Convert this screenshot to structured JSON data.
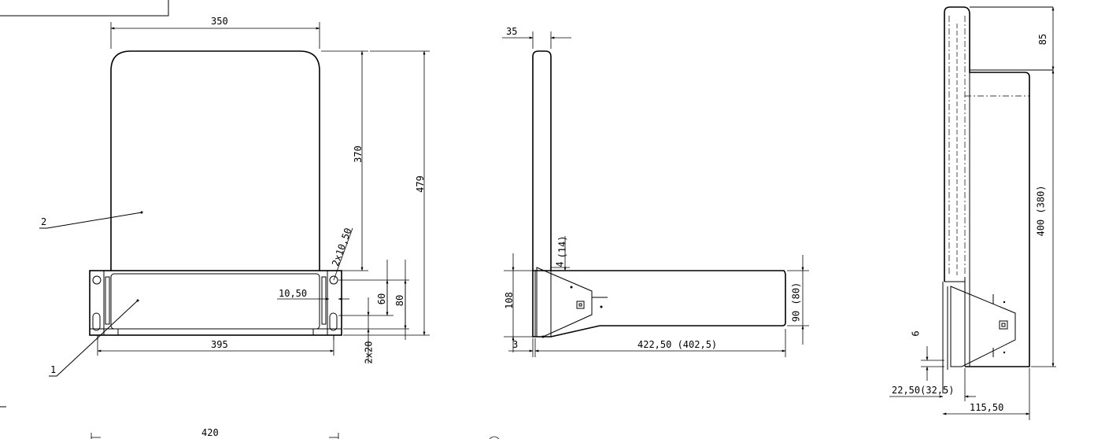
{
  "drawing": {
    "front_view": {
      "width_top": "350",
      "width_base": "395",
      "panel_height": "370",
      "total_height": "479",
      "hole_spec": "2x10,50",
      "hole_offset": "10,50",
      "dim_60": "60",
      "dim_80": "80",
      "dim_2x20": "2x20",
      "label_panel": "2",
      "label_base": "1"
    },
    "side_view": {
      "thickness": "35",
      "dim_14": "(14)",
      "dim_4": "4",
      "dim_108": "108",
      "dim_3": "3",
      "length": "422,50 (402,5)",
      "height_base": "90 (80)"
    },
    "end_view": {
      "top_offset": "85",
      "height": "400 (380)",
      "dim_6": "6",
      "offset_small": "22,50(32,5)",
      "depth": "115,50"
    },
    "bottom_partial": {
      "width": "420"
    }
  }
}
